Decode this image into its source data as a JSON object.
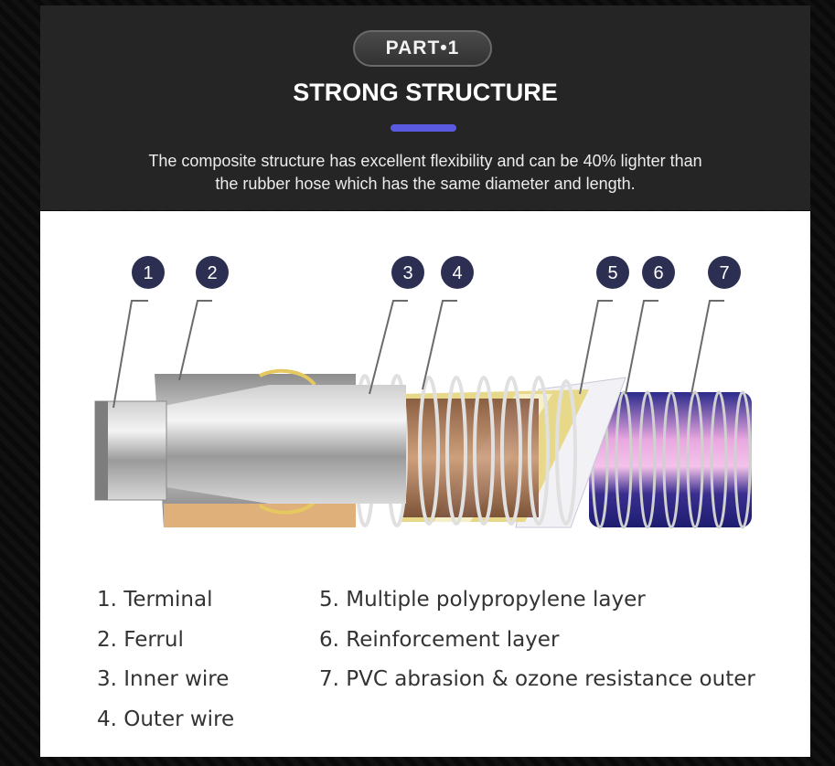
{
  "header": {
    "part_label": "PART•1",
    "title": "STRONG STRUCTURE",
    "subtitle_line1": "The composite structure has excellent flexibility and can be 40% lighter than",
    "subtitle_line2": "the rubber hose which has the same diameter and length."
  },
  "markers": [
    "1",
    "2",
    "3",
    "4",
    "5",
    "6",
    "7"
  ],
  "legend_left": [
    "1. Terminal",
    "2. Ferrul",
    "3. Inner wire",
    "4. Outer wire"
  ],
  "legend_right": [
    "5. Multiple polypropylene layer",
    "6. Reinforcement layer",
    "7. PVC abrasion & ozone resistance outer"
  ],
  "colors": {
    "header_bg": "#252525",
    "accent_bar": "#5a5ae0",
    "marker_bg": "#2d2f52",
    "outer_layer": "#2a2a8a",
    "polypropylene": "#e8d98a",
    "copper": "#b07a5a"
  }
}
